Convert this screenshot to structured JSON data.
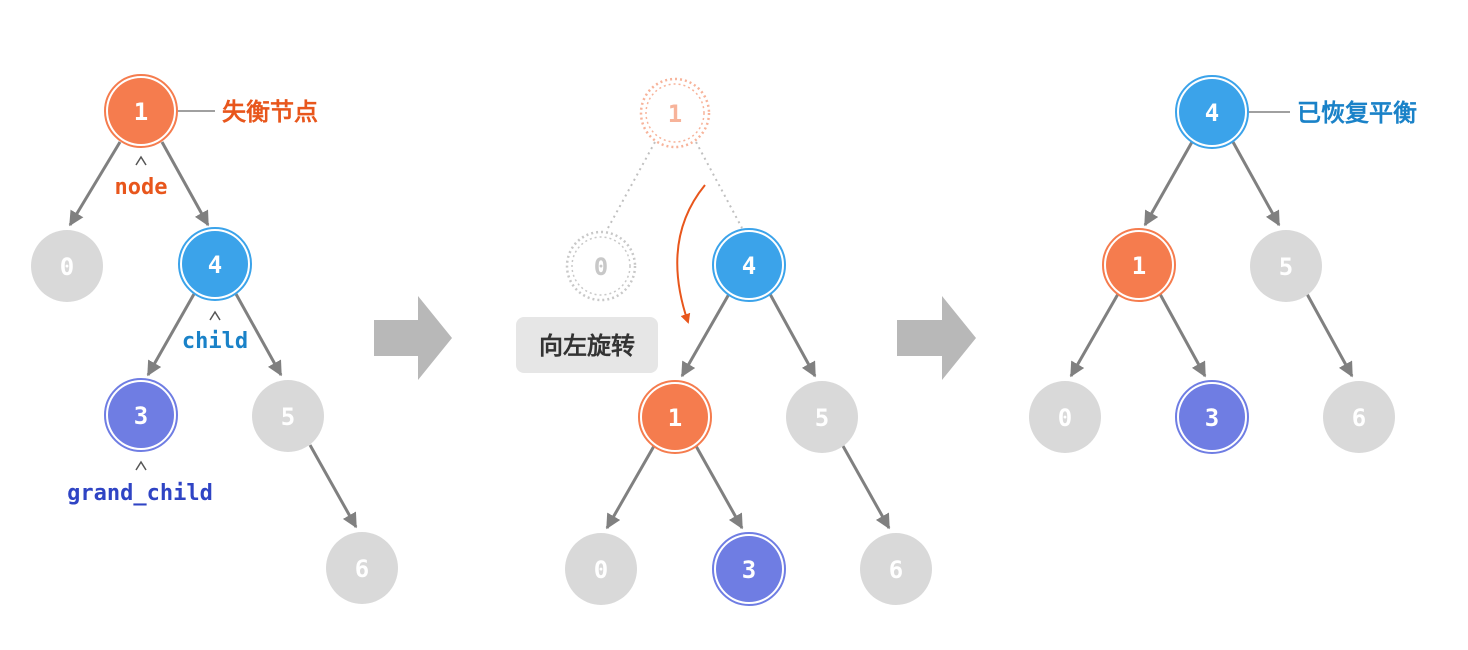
{
  "colors": {
    "orange": "#f57c4e",
    "orange_ring": "#f57c4e",
    "blue": "#3ba3ea",
    "purple": "#6f7de3",
    "gray": "#d9d9d9",
    "gray_text": "#ffffff",
    "edge": "#808080",
    "arrow": "#b8b8b8",
    "label_orange": "#e8561c",
    "label_blue": "#1a82c8",
    "label_purple": "#2f44c4",
    "ghost": "#f7b39a",
    "ghost_gray": "#c8c8c8",
    "rotate_arrow": "#e8561c",
    "badge_bg": "#e6e6e6",
    "badge_text": "#333333"
  },
  "panel1": {
    "nodes": {
      "n1": "1",
      "n0": "0",
      "n4": "4",
      "n3": "3",
      "n5": "5",
      "n6": "6"
    },
    "unbalanced_label": "失衡节点",
    "node_ptr": "node",
    "child_ptr": "child",
    "grand_child_ptr": "grand_child"
  },
  "panel2": {
    "nodes": {
      "g1": "1",
      "g0": "0",
      "n4": "4",
      "n1": "1",
      "n5": "5",
      "n0": "0",
      "n3": "3",
      "n6": "6"
    },
    "rotate_label": "向左旋转"
  },
  "panel3": {
    "nodes": {
      "n4": "4",
      "n1": "1",
      "n5": "5",
      "n0": "0",
      "n3": "3",
      "n6": "6"
    },
    "balanced_label": "已恢复平衡"
  }
}
